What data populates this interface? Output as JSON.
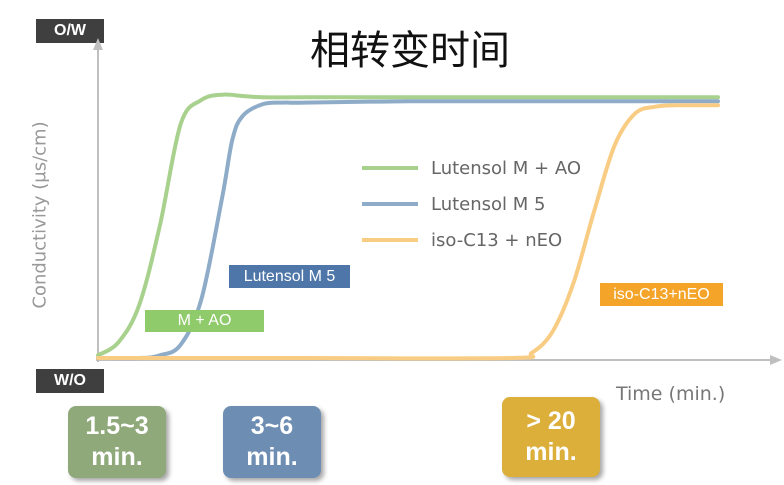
{
  "chart_data": {
    "type": "line",
    "title": "相转变时间",
    "xlabel": "Time (min.)",
    "ylabel": "Conductivity (μs/cm)",
    "y_top_label": "O/W",
    "y_bottom_label": "W/O",
    "xlim": [
      0,
      30
    ],
    "ylim": [
      0,
      1
    ],
    "grid": false,
    "legend_position": "center-right",
    "series": [
      {
        "name": "Lutensol M + AO",
        "color": "#a9d18e",
        "box_label": "M + AO",
        "box_color": "#8fca6b",
        "x": [
          0,
          1,
          2,
          3,
          4,
          5,
          6,
          7,
          8,
          10,
          15,
          20,
          25,
          30
        ],
        "y": [
          0.01,
          0.06,
          0.2,
          0.5,
          0.88,
          0.97,
          0.99,
          0.985,
          0.98,
          0.98,
          0.98,
          0.98,
          0.98,
          0.98
        ]
      },
      {
        "name": "Lutensol M 5",
        "color": "#8eacc8",
        "box_label": "Lutensol M 5",
        "box_color": "#4e76a8",
        "x": [
          0,
          2,
          3,
          4,
          5,
          6,
          6.5,
          7,
          8,
          9,
          10,
          15,
          20,
          25,
          30
        ],
        "y": [
          0.0,
          0.0,
          0.01,
          0.05,
          0.22,
          0.6,
          0.82,
          0.91,
          0.955,
          0.96,
          0.96,
          0.965,
          0.965,
          0.965,
          0.965
        ]
      },
      {
        "name": "iso-C13 + nEO",
        "color": "#f9cc84",
        "box_label": "iso-C13+nEO",
        "box_color": "#f5a42a",
        "x": [
          0,
          10,
          20,
          21,
          22,
          23,
          24,
          25,
          26,
          27,
          28,
          30
        ],
        "y": [
          0.0,
          0.0,
          0.0,
          0.02,
          0.1,
          0.28,
          0.55,
          0.8,
          0.92,
          0.945,
          0.95,
          0.95
        ]
      }
    ],
    "time_boxes": [
      {
        "lines": [
          "1.5~3",
          "min."
        ],
        "color": "#8fa97b"
      },
      {
        "lines": [
          "3~6",
          "min."
        ],
        "color": "#6d8db3"
      },
      {
        "lines": [
          "> 20",
          "min."
        ],
        "color": "#dcae3a"
      }
    ]
  }
}
